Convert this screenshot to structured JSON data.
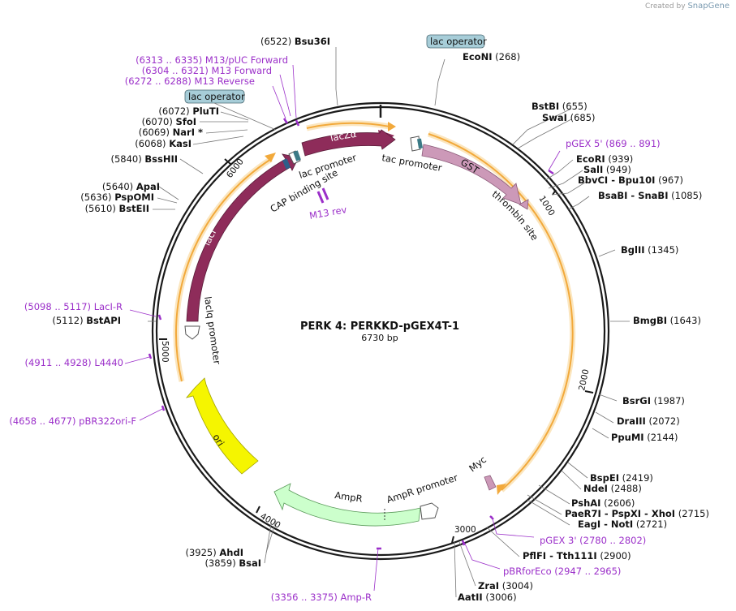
{
  "credit": {
    "created_by": "Created by",
    "brand": "SnapGene"
  },
  "plasmid": {
    "title": "PERK 4: PERKKD-pGEX4T-1",
    "length_bp": 6730,
    "size_label": "6730 bp"
  },
  "colors": {
    "backbone": "#1a1a1a",
    "orange": "#f2a93b",
    "orange_glow": "#fbe6bf",
    "lacZ": "#8e2c5a",
    "lacI": "#8e2c5a",
    "GST": "#cc99b8",
    "thrombin": "#cc99b8",
    "Myc": "#cc99b8",
    "ori": "#f5f500",
    "AmpR": "#ccffcc",
    "promoter": "#ffffff",
    "lac_operator": "#3b7a86",
    "CAP": "#2d5f8a",
    "primer": "#9b2fc9",
    "badge_fill": "#a7cdd8"
  },
  "ticks": [
    "1000",
    "2000",
    "3000",
    "4000",
    "5000",
    "6000"
  ],
  "badges": [
    "lac operator",
    "lac operator"
  ],
  "sites": [
    {
      "pos": "(6522)",
      "name": "Bsu36I",
      "coord": 6522
    },
    {
      "pos": "(268)",
      "name": "EcoNI",
      "coord": 268
    },
    {
      "pos": "(655)",
      "name": "BstBI",
      "coord": 655
    },
    {
      "pos": "(685)",
      "name": "SwaI",
      "coord": 685
    },
    {
      "pos": "(939)",
      "name": "EcoRI",
      "coord": 939
    },
    {
      "pos": "(949)",
      "name": "SalI",
      "coord": 949
    },
    {
      "pos": "(967)",
      "name": "BbvCI  - Bpu10I",
      "coord": 967
    },
    {
      "pos": "(1085)",
      "name": "BsaBI  - SnaBI",
      "coord": 1085
    },
    {
      "pos": "(1345)",
      "name": "BglII",
      "coord": 1345
    },
    {
      "pos": "(1643)",
      "name": "BmgBI",
      "coord": 1643
    },
    {
      "pos": "(1987)",
      "name": "BsrGI",
      "coord": 1987
    },
    {
      "pos": "(2072)",
      "name": "DraIII",
      "coord": 2072
    },
    {
      "pos": "(2144)",
      "name": "PpuMI",
      "coord": 2144
    },
    {
      "pos": "(2419)",
      "name": "BspEI",
      "coord": 2419
    },
    {
      "pos": "(2488)",
      "name": "NdeI",
      "coord": 2488
    },
    {
      "pos": "",
      "name": "PshAI",
      "coord": 2606,
      "pos_after": "(2606)"
    },
    {
      "pos": "(2715)",
      "name": "PaeR7I  - PspXI  - XhoI",
      "coord": 2715
    },
    {
      "pos": "(2721)",
      "name": "EagI  - NotI",
      "coord": 2721
    },
    {
      "pos": "(2900)",
      "name": "PflFI  - Tth111I",
      "coord": 2900
    },
    {
      "pos": "(3004)",
      "name": "ZraI",
      "coord": 3004
    },
    {
      "pos": "(3006)",
      "name": "AatII",
      "coord": 3006
    },
    {
      "pos": "(3859)",
      "name": "BsaI",
      "coord": 3859
    },
    {
      "pos": "(3925)",
      "name": "AhdI",
      "coord": 3925
    },
    {
      "pos": "(5112)",
      "name": "BstAPI",
      "coord": 5112
    },
    {
      "pos": "(5610)",
      "name": "BstEII",
      "coord": 5610
    },
    {
      "pos": "(5636)",
      "name": "PspOMI",
      "coord": 5636
    },
    {
      "pos": "(5640)",
      "name": "ApaI",
      "coord": 5640
    },
    {
      "pos": "(5840)",
      "name": "BssHII",
      "coord": 5840
    },
    {
      "pos": "(6068)",
      "name": "KasI",
      "coord": 6068
    },
    {
      "pos": "(6069)",
      "name": "NarI *",
      "coord": 6069
    },
    {
      "pos": "(6070)",
      "name": "SfoI",
      "coord": 6070
    },
    {
      "pos": "(6072)",
      "name": "PluTI",
      "coord": 6072
    }
  ],
  "primers": [
    {
      "text": "(6313 .. 6335)  M13/pUC Forward",
      "coord": 6324
    },
    {
      "text": "(6304 .. 6321)  M13 Forward",
      "coord": 6312
    },
    {
      "text": "(6272 .. 6288)  M13 Reverse",
      "coord": 6280
    },
    {
      "text": "pGEX 5'   (869 .. 891)",
      "coord": 880
    },
    {
      "text": "pGEX 3'   (2780 .. 2802)",
      "coord": 2791
    },
    {
      "text": "pBRforEco   (2947 .. 2965)",
      "coord": 2956
    },
    {
      "text": "(3356 .. 3375)  Amp-R",
      "coord": 3365
    },
    {
      "text": "(4658 .. 4677)  pBR322ori-F",
      "coord": 4667
    },
    {
      "text": "(4911 .. 4928)  L4440",
      "coord": 4920
    },
    {
      "text": "(5098 .. 5117)  LacI-R",
      "coord": 5107
    },
    {
      "text": "M13 rev",
      "coord": 6280
    }
  ],
  "features": {
    "lacZa": "lacZα",
    "GST": "GST",
    "lacI": "lacI",
    "ori": "ori",
    "AmpR": "AmpR",
    "Myc": "Myc",
    "tac_promoter": "tac promoter",
    "lac_promoter": "lac promoter",
    "CAP_binding_site": "CAP binding site",
    "thrombin_site": "thrombin site",
    "AmpR_promoter": "AmpR promoter",
    "lacIq_promoter": "lacIq promoter"
  }
}
